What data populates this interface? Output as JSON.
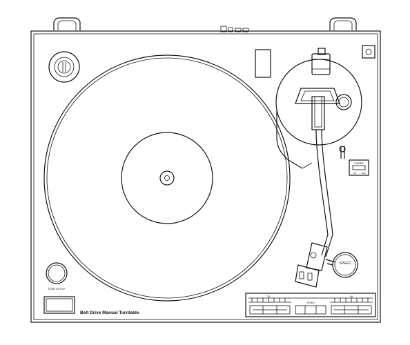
{
  "diagram": {
    "title": "Belt Drive Manual Turntable",
    "labels": {
      "start_stop": "START/STOP",
      "speed_knob": "SPEED",
      "speed_panel": "SPEED",
      "power": "POWER",
      "power_on": "ON",
      "power_off": "OFF",
      "speed_33": "33",
      "speed_45": "45"
    }
  }
}
